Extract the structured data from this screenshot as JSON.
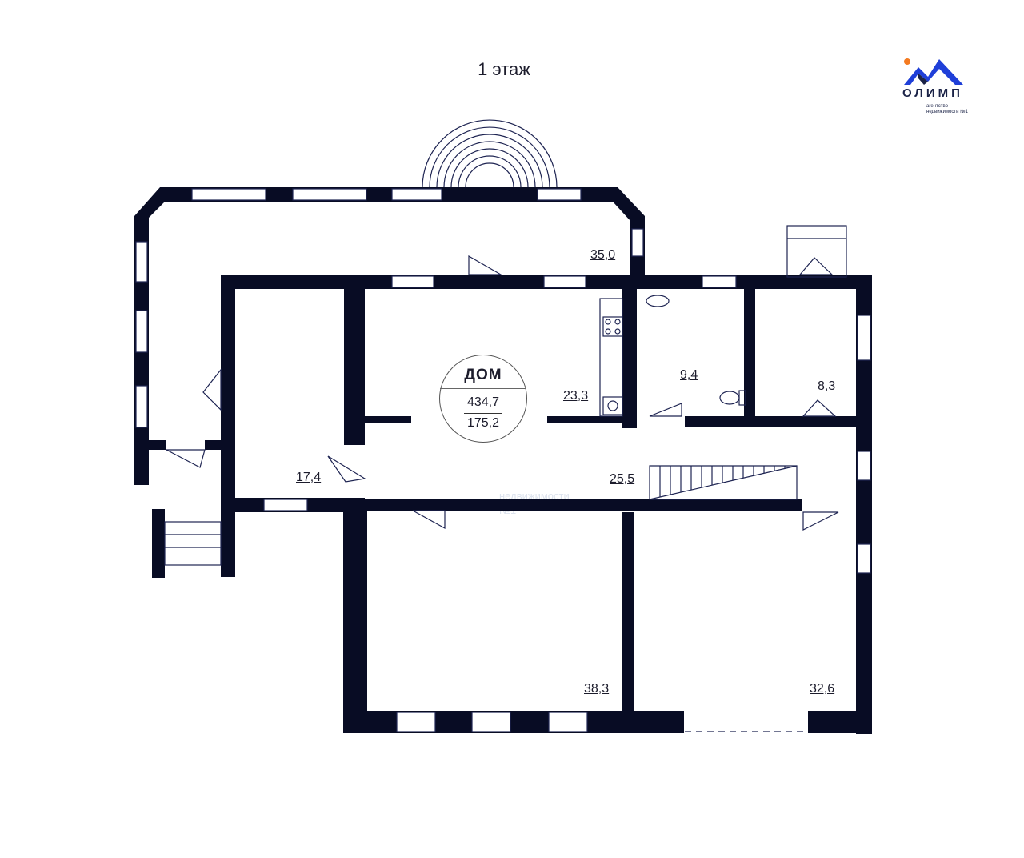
{
  "floor_title": "1 этаж",
  "logo": {
    "name": "ОЛИМП",
    "tagline": "агентство недвижимости №1",
    "colors": {
      "mountain": "#1f3fd8",
      "mountain_dark": "#1b2347",
      "sun": "#f47a20"
    }
  },
  "house_badge": {
    "label": "ДОМ",
    "total_area": "434,7",
    "floor_area": "175,2"
  },
  "rooms": [
    {
      "id": "terrace",
      "area": "35,0"
    },
    {
      "id": "kitchen",
      "area": "23,3"
    },
    {
      "id": "bathroom",
      "area": "9,4"
    },
    {
      "id": "utility",
      "area": "8,3"
    },
    {
      "id": "vestibule",
      "area": "17,4"
    },
    {
      "id": "hall",
      "area": "25,5"
    },
    {
      "id": "room-left",
      "area": "38,3"
    },
    {
      "id": "room-right",
      "area": "32,6"
    }
  ],
  "watermark": {
    "line1": "недвижимости",
    "line2": "№1"
  },
  "colors": {
    "wall": "#080c24",
    "window": "#1e2452",
    "bg": "#ffffff",
    "text": "#1c1c2c"
  }
}
